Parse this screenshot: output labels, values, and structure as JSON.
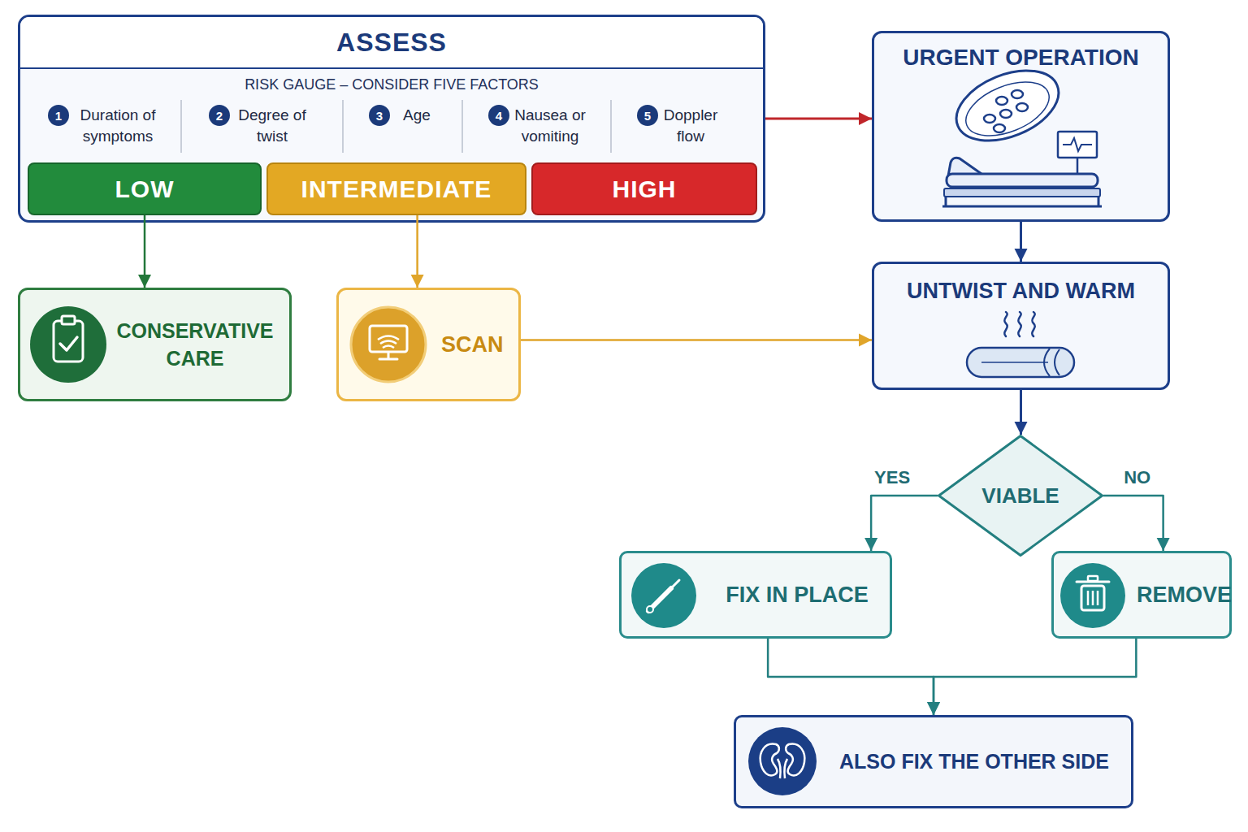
{
  "diagram": {
    "nodes": [
      {
        "text": [
          "ASSESS",
          "RISK GAUGE – CONSIDER FIVE FACTORS"
        ]
      },
      {
        "text": [
          "LOW"
        ],
        "in": 0
      },
      {
        "text": [
          "INTERMEDIATE"
        ],
        "in": 0
      },
      {
        "text": [
          "HIGH"
        ],
        "in": 0
      },
      {
        "text": [
          "URGENT OPERATION"
        ]
      },
      {
        "text": [
          "CONSERVATIVE CARE"
        ]
      },
      {
        "text": [
          "SCAN"
        ]
      },
      {
        "text": [
          "UNTWIST AND WARM"
        ]
      },
      {
        "text": [
          "VIABLE"
        ]
      },
      {
        "text": [
          "FIX IN PLACE"
        ]
      },
      {
        "text": [
          "REMOVE"
        ]
      },
      {
        "text": [
          "ALSO FIX THE OTHER SIDE"
        ]
      }
    ],
    "edges": [
      {
        "from": 0,
        "to": 4,
        "arrow": "to"
      },
      {
        "from": 1,
        "to": 5,
        "arrow": "to"
      },
      {
        "from": 2,
        "to": 6,
        "arrow": "to"
      },
      {
        "from": 6,
        "to": 7,
        "arrow": "to"
      },
      {
        "from": 4,
        "to": 7,
        "arrow": "to"
      },
      {
        "from": 7,
        "to": 8,
        "arrow": "to"
      },
      {
        "from": 8,
        "to": 9,
        "label": "YES",
        "arrow": "to"
      },
      {
        "from": 8,
        "to": 10,
        "label": "NO",
        "arrow": "to"
      },
      {
        "from": 9,
        "to": 11,
        "arrow": "to"
      },
      {
        "from": 10,
        "to": 11,
        "arrow": "to"
      }
    ],
    "labels": [
      "1",
      "Duration of symptoms",
      "2",
      "Degree of twist",
      "3",
      "Age",
      "4",
      "Nausea or vomiting",
      "5",
      "Doppler flow"
    ]
  }
}
